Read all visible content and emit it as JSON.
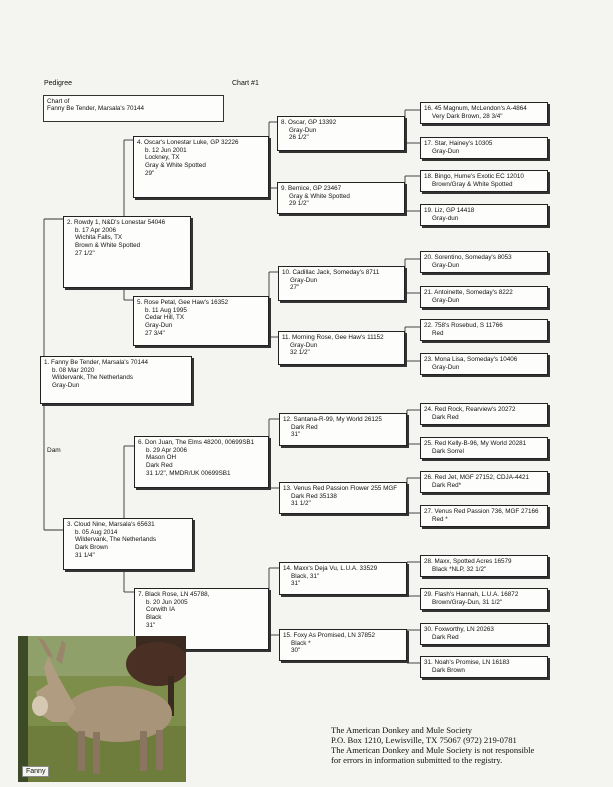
{
  "header": {
    "left": "Pedigree",
    "chart": "Chart #1"
  },
  "chart_of": {
    "line1": "Chart of",
    "line2": "Fanny Be Tender, Marsala's 70144"
  },
  "dam_label": "Dam",
  "horses": [
    {
      "id": 1,
      "lines": [
        "1. Fanny Be Tender, Marsala's 70144",
        "b. 08 Mar 2020",
        "Wildervank, The Netherlands",
        "Gray-Dun"
      ]
    },
    {
      "id": 2,
      "lines": [
        "2. Rowdy 1, N&D's Lonestar 54046",
        "b. 17 Apr 2006",
        "Wichita Falls, TX",
        "Brown & White Spotted",
        "27 1/2\""
      ]
    },
    {
      "id": 3,
      "lines": [
        "3. Cloud Nine, Marsala's 65631",
        "b. 05 Aug 2014",
        "Wildervank, The Netherlands",
        "Dark Brown",
        "31 1/4\""
      ]
    },
    {
      "id": 4,
      "lines": [
        "4. Oscar's Lonestar Luke, GP 32226",
        "b. 12 Jun 2001",
        "Lockney, TX",
        "Gray & White Spotted",
        "29\""
      ]
    },
    {
      "id": 5,
      "lines": [
        "5. Rose Petal, Gee Haw's 16352",
        "b. 11 Aug 1995",
        "Cedar Hill, TX",
        "Gray-Dun",
        "27 3/4\""
      ]
    },
    {
      "id": 6,
      "lines": [
        "6. Don Juan, The Elms 48200, 00699SB1",
        "b. 29 Apr 2006",
        "Mason OH",
        "Dark Red",
        "31 1/2\", MMDR/UK 00699SB1"
      ]
    },
    {
      "id": 7,
      "lines": [
        "7. Black Rose, LN 45788,",
        "b. 20 Jun 2005",
        "Corwith IA",
        "Black",
        "31\""
      ]
    },
    {
      "id": 8,
      "lines": [
        "8. Oscar, GP 13392",
        "Gray-Dun",
        "26 1/2\""
      ]
    },
    {
      "id": 9,
      "lines": [
        "9. Bernice, GP 23467",
        "Gray & White Spotted",
        "29 1/2\""
      ]
    },
    {
      "id": 10,
      "lines": [
        "10. Cadillac Jack, Someday's 8711",
        "Gray-Dun",
        "27\""
      ]
    },
    {
      "id": 11,
      "lines": [
        "11. Morning Rose, Gee Haw's 11152",
        "Gray-Dun",
        "32 1/2\""
      ]
    },
    {
      "id": 12,
      "lines": [
        "12. Santana-R-99, My World 26125",
        "Dark Red",
        "31\""
      ]
    },
    {
      "id": 13,
      "lines": [
        "13. Venus Red Passion Flower 255 MGF",
        "Dark Red   35138",
        "31 1/2\""
      ]
    },
    {
      "id": 14,
      "lines": [
        "14. Maxx's Deja Vu, L.U.A. 33529",
        "Black, 31\"",
        "31\""
      ]
    },
    {
      "id": 15,
      "lines": [
        "15. Foxy As Promised, LN 37852",
        "Black *",
        "30\""
      ]
    },
    {
      "id": 16,
      "lines": [
        "16. 45 Magnum, McLendon's A-4864",
        "Very Dark Brown, 28 3/4\""
      ]
    },
    {
      "id": 17,
      "lines": [
        "17. Star, Hainey's 10305",
        "Gray-Dun"
      ]
    },
    {
      "id": 18,
      "lines": [
        "18. Bingo, Hume's Exotic EC 12010",
        "Brown/Gray & White Spotted"
      ]
    },
    {
      "id": 19,
      "lines": [
        "19. Liz, GP 14418",
        "Gray-dun"
      ]
    },
    {
      "id": 20,
      "lines": [
        "20. Sorentino, Someday's 8053",
        "Gray-Dun"
      ]
    },
    {
      "id": 21,
      "lines": [
        "21. Antoinette, Someday's 8222",
        "Gray-Dun"
      ]
    },
    {
      "id": 22,
      "lines": [
        "22. 758's Rosebud, S 11766",
        "Red"
      ]
    },
    {
      "id": 23,
      "lines": [
        "23. Mona Lisa, Someday's 10406",
        "Gray-Dun"
      ]
    },
    {
      "id": 24,
      "lines": [
        "24. Red Rock, Rearview's 20272",
        "Dark Red"
      ]
    },
    {
      "id": 25,
      "lines": [
        "25. Red Kelly-B-96, My World 20281",
        "Dark Sorrel"
      ]
    },
    {
      "id": 26,
      "lines": [
        "26. Red Jet, MGF 27152, CDJA-4421",
        "Dark Red*"
      ]
    },
    {
      "id": 27,
      "lines": [
        "27. Venus Red Passion 736, MGF 27166",
        "Red *"
      ]
    },
    {
      "id": 28,
      "lines": [
        "28. Maxx, Spotted Acres 16579",
        "Black *NLP, 32 1/2\""
      ]
    },
    {
      "id": 29,
      "lines": [
        "29. Flash's Hannah, L.U.A. 16872",
        "Brown/Gray-Dun, 31 1/2\""
      ]
    },
    {
      "id": 30,
      "lines": [
        "30. Foxworthy, LN 20263",
        "Dark Red"
      ]
    },
    {
      "id": 31,
      "lines": [
        "31. Noah's Promise, LN 16183",
        "Dark Brown"
      ]
    }
  ],
  "photo": {
    "caption": "Fanny"
  },
  "footer": [
    "The American Donkey and Mule Society",
    "P.O. Box 1210, Lewisville, TX 75067      (972) 219-0781",
    "The American Donkey and Mule Society is not responsible",
    "for errors in information submitted to the registry."
  ],
  "colors": {
    "box_border": "#222222",
    "paper": "#f4f4f1"
  }
}
